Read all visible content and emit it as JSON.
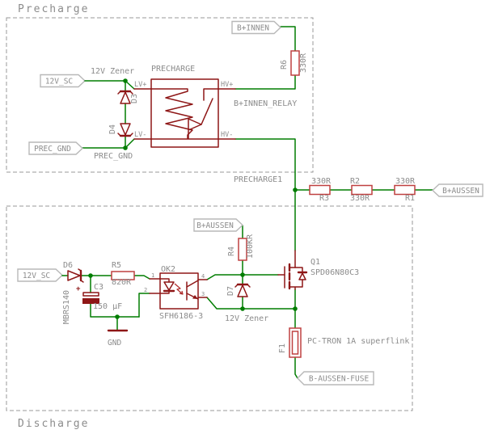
{
  "titles": {
    "precharge": "Precharge",
    "discharge": "Discharge"
  },
  "flags": {
    "v12_sc_pre": "12V_SC",
    "prec_gnd": "PREC_GND",
    "b_innen": "B+INNEN",
    "b_aussen_chain": "B+AUSSEN",
    "b_aussen_dis": "B+AUSSEN",
    "v12_sc_dis": "12V_SC",
    "b_aussen_fuse": "B-AUSSEN-FUSE"
  },
  "nets": {
    "prec_gnd": "PREC_GND",
    "precharge1": "PRECHARGE1",
    "gnd": "GND"
  },
  "notes": {
    "zener_pre": "12V Zener",
    "zener_dis": "12V Zener",
    "relay_note": "B+INNEN_RELAY",
    "fuse_note": "PC-TRON 1A superflink"
  },
  "components": {
    "relay": {
      "name": "PRECHARGE",
      "pin_lv_plus": "LV+",
      "pin_lv_minus": "LV-",
      "pin_hv_plus": "HV+",
      "pin_hv_minus": "HV-"
    },
    "r6": {
      "name": "R6",
      "value": "330R"
    },
    "d3": {
      "name": "D3"
    },
    "d4": {
      "name": "D4"
    },
    "r3": {
      "name": "R3",
      "value": "330R"
    },
    "r2": {
      "name": "R2",
      "value": "330R"
    },
    "r1": {
      "name": "R1",
      "value": "330R"
    },
    "d6": {
      "name": "D6",
      "value": "MBRS140"
    },
    "c3": {
      "name": "C3",
      "value": "150 µF",
      "polarity": "+"
    },
    "r5": {
      "name": "R5",
      "value": "820R"
    },
    "ok2": {
      "name": "OK2",
      "value": "SFH6186-3",
      "pins": {
        "p1": "1",
        "p2": "2",
        "p3": "3",
        "p4": "4"
      }
    },
    "r4": {
      "name": "R4",
      "value": "100KR"
    },
    "d7": {
      "name": "D7"
    },
    "q1": {
      "name": "Q1",
      "value": "SPD06N80C3"
    },
    "f1": {
      "name": "F1"
    }
  },
  "colors": {
    "wire": "#007d00",
    "symbol": "#8e1616",
    "resistor": "#bf4040",
    "text": "#8c8c8c",
    "flag_frame": "#b8b8b8",
    "frame_dash": "#9a9a9a"
  }
}
